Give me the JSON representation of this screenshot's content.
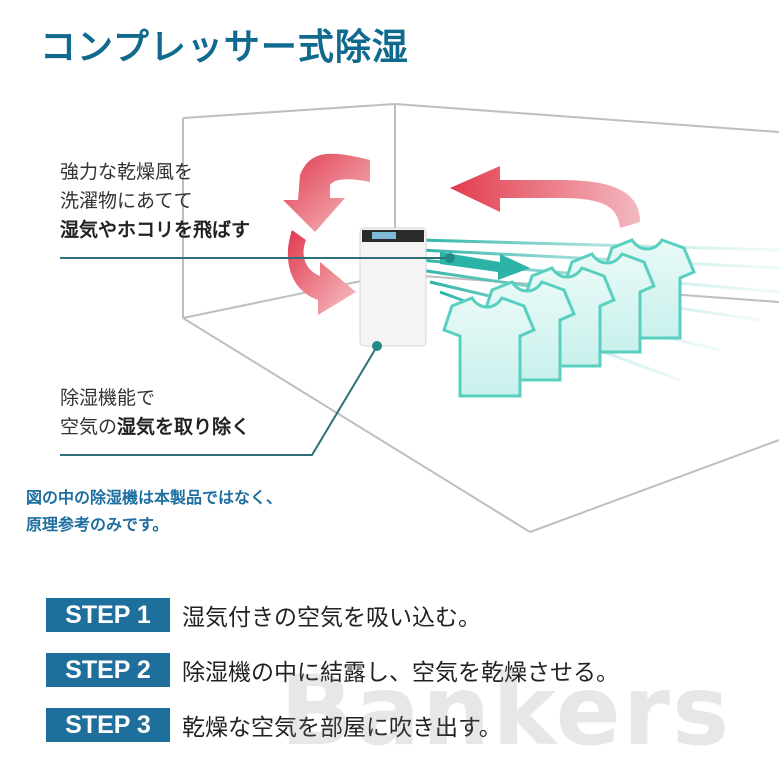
{
  "title": "コンプレッサー式除湿",
  "callout_dry_wind": {
    "line1": "強力な乾燥風を",
    "line2": "洗濯物にあてて",
    "line3": "湿気やホコリを飛ばす"
  },
  "callout_dehumidify": {
    "line1": "除湿機能で",
    "line2_pre": "空気の",
    "line2_bold": "湿気を取り除く"
  },
  "note": {
    "line1": "図の中の除湿機は本製品ではなく、",
    "line2": "原理参考のみです。"
  },
  "steps": [
    {
      "label": "STEP 1",
      "text": "湿気付きの空気を吸い込む。"
    },
    {
      "label": "STEP 2",
      "text": "除湿機の中に結露し、空気を乾燥させる。"
    },
    {
      "label": "STEP 3",
      "text": "乾燥な空気を部屋に吹き出す。"
    }
  ],
  "watermark": "Bankers",
  "colors": {
    "accent": "#0f6a8e",
    "badge": "#1f6f9c",
    "arrow_red": "#e04a5a",
    "airflow": "#5fd0c8"
  }
}
